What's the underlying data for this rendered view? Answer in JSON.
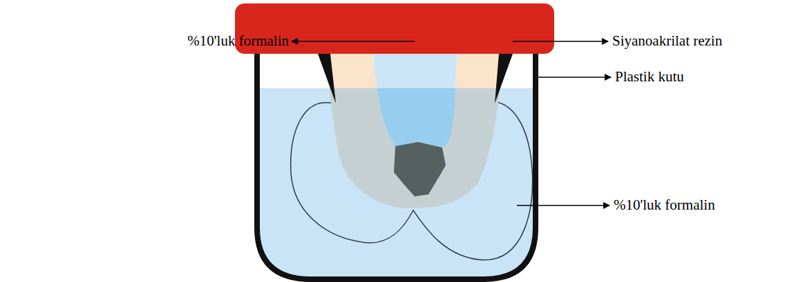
{
  "diagram": {
    "labels": [
      "%10'luk formalin",
      "Siyanoakrilat rezin",
      "Plastik kutu",
      "%10'luk formalin"
    ]
  }
}
